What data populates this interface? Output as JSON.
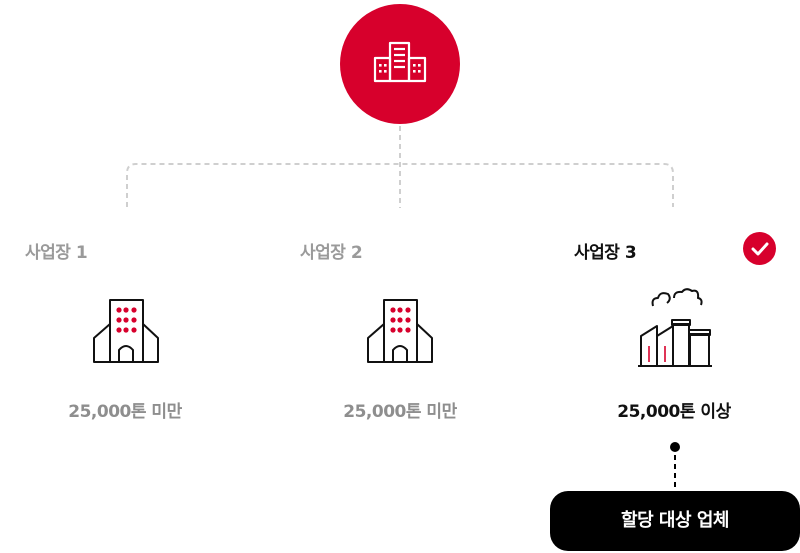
{
  "sites": [
    {
      "title": "사업장 1",
      "value": "25,000톤 미만",
      "icon": "office-building-icon",
      "selected": false
    },
    {
      "title": "사업장 2",
      "value": "25,000톤 미만",
      "icon": "office-building-icon",
      "selected": false
    },
    {
      "title": "사업장 3",
      "value": "25,000톤 이상",
      "icon": "factory-icon",
      "selected": true
    }
  ],
  "root_icon": "city-buildings-icon",
  "selected_badge_icon": "checkmark-icon",
  "result_label": "할당 대상 업체",
  "colors": {
    "accent": "#d7002c",
    "muted_text": "#9a9a9a",
    "active_text": "#111111",
    "pill_bg": "#000000",
    "connector": "#cfcfcf"
  }
}
